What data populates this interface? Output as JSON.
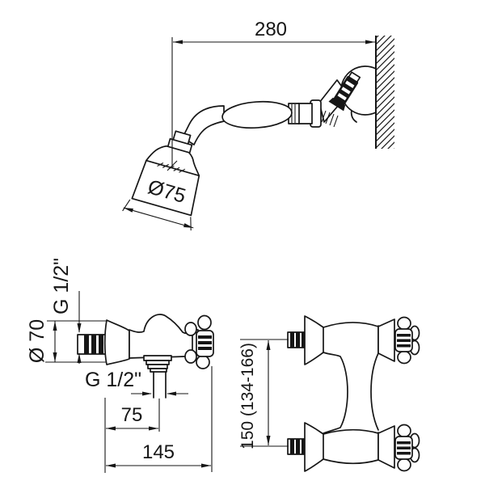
{
  "drawing": {
    "colors": {
      "ink": "#161616",
      "background": "#ffffff"
    },
    "hand_shower_view": {
      "hose_projection": "280",
      "head_diameter": "Ø75"
    },
    "front_view": {
      "inlet_thread": "G 1/2\"",
      "escutcheon_diameter": "Ø 70",
      "outlet_thread": "G 1/2\"",
      "outlet_offset": "75",
      "overall_depth": "145"
    },
    "side_view": {
      "inlet_centre_distance": "150 (134-166)"
    }
  }
}
